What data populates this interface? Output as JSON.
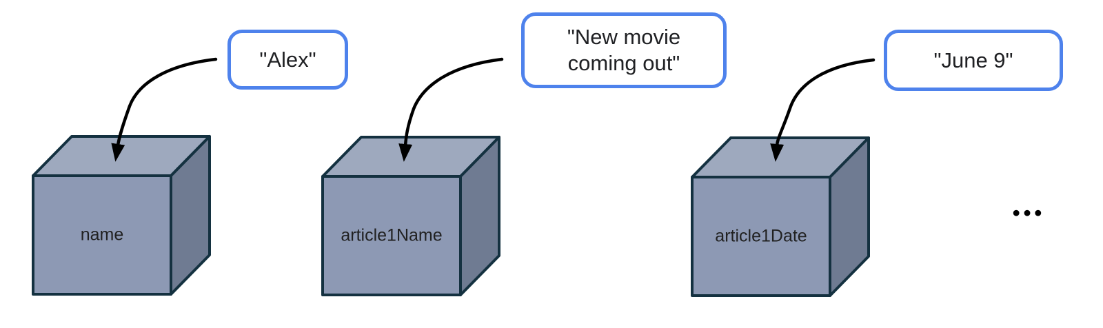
{
  "diagram": {
    "variables": [
      {
        "name": "name",
        "value_lines": [
          "\"Alex\""
        ]
      },
      {
        "name": "article1Name",
        "value_lines": [
          "\"New movie",
          "coming out\""
        ]
      },
      {
        "name": "article1Date",
        "value_lines": [
          "\"June 9\""
        ]
      }
    ],
    "ellipsis": "•••",
    "colors": {
      "bubble_border": "#4E82EC",
      "bubble_fill": "#FFFFFF",
      "cube_top": "#9EA9BE",
      "cube_front": "#8D99B4",
      "cube_side": "#6F7B92",
      "cube_edge": "#143140",
      "arrow": "#000000",
      "text": "#202124",
      "background": "#FFFFFF"
    }
  }
}
